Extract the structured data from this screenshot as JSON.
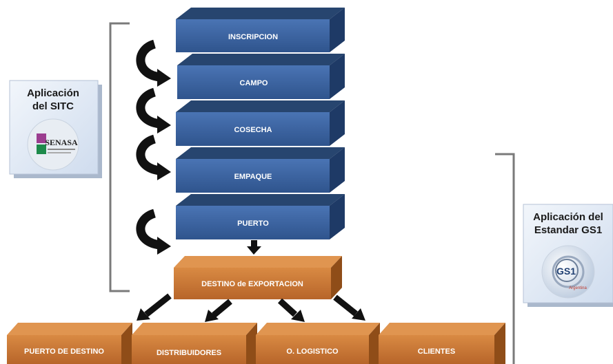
{
  "process_steps": [
    {
      "label": "INSCRIPCION"
    },
    {
      "label": "CAMPO"
    },
    {
      "label": "COSECHA"
    },
    {
      "label": "EMPAQUE"
    },
    {
      "label": "PUERTO"
    }
  ],
  "destination": {
    "label": "DESTINO de EXPORTACION"
  },
  "outputs": [
    {
      "label": "PUERTO DE DESTINO"
    },
    {
      "label": "DISTRIBUIDORES"
    },
    {
      "label": "O. LOGISTICO"
    },
    {
      "label": "CLIENTES"
    }
  ],
  "left_card": {
    "title_line1": "Aplicación",
    "title_line2": "del SITC",
    "logo_text": "SENASA",
    "logo_icon": "senasa-logo"
  },
  "right_card": {
    "title_line1": "Aplicación del",
    "title_line2": "Estandar GS1",
    "logo_text": "GS1",
    "logo_subtext": "Argentina",
    "logo_icon": "gs1-logo"
  },
  "colors": {
    "blue_front": "#3f66a3",
    "blue_top": "#27456f",
    "blue_side": "#1e3a66",
    "orange_front": "#c9752f",
    "orange_top": "#e09550",
    "orange_side": "#8f4d18",
    "bracket": "#7a7a7a",
    "arrow": "#111111"
  }
}
